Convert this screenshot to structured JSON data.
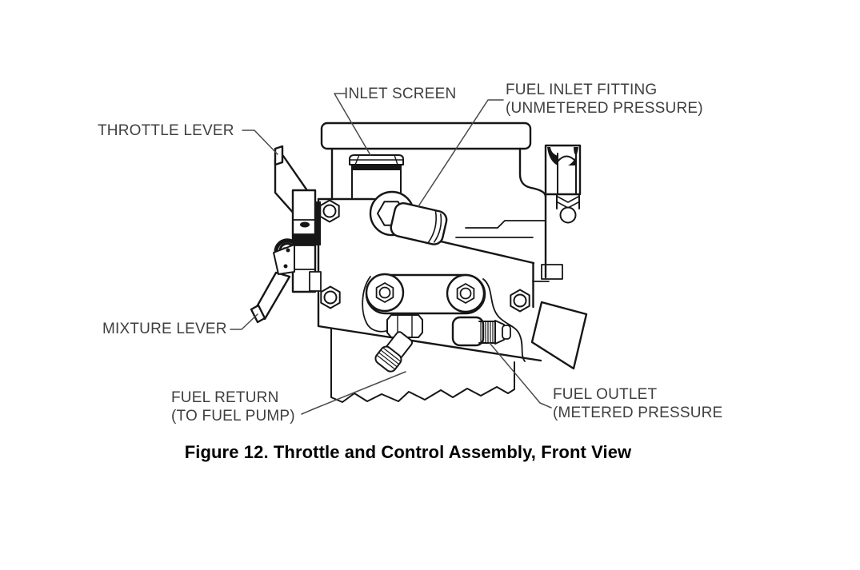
{
  "figure": {
    "caption": "Figure 12. Throttle and Control Assembly, Front View"
  },
  "labels": {
    "throttle_lever": "THROTTLE LEVER",
    "inlet_screen": "INLET SCREEN",
    "fuel_inlet_line1": "FUEL INLET FITTING",
    "fuel_inlet_line2": "(UNMETERED PRESSURE)",
    "mixture_lever": "MIXTURE LEVER",
    "fuel_return_line1": "FUEL RETURN",
    "fuel_return_line2": "(TO FUEL PUMP)",
    "fuel_outlet_line1": "FUEL OUTLET",
    "fuel_outlet_line2": "(METERED PRESSURE"
  },
  "colors": {
    "line": "#161616",
    "label_text": "#3f3f3f",
    "leader_line": "#4a4a4a",
    "background": "#ffffff",
    "caption_text": "#000000"
  }
}
